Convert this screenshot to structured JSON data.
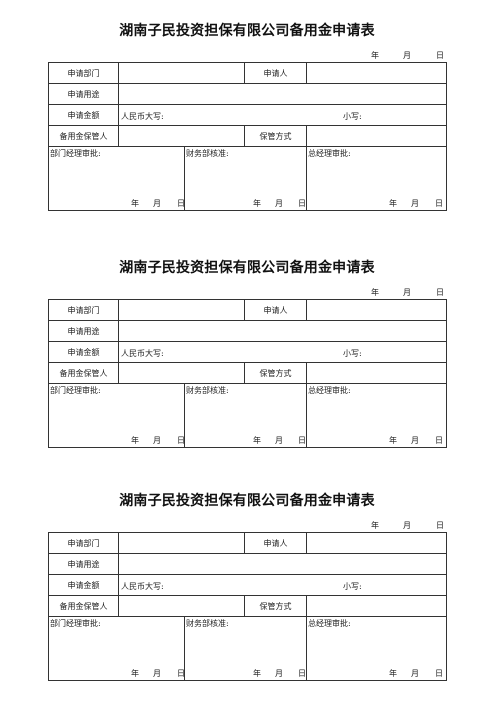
{
  "form": {
    "title": "湖南子民投资担保有限公司备用金申请表",
    "date_year": "年",
    "date_month": "月",
    "date_day": "日",
    "label_department": "申请部门",
    "label_applicant": "申请人",
    "label_purpose": "申请用途",
    "label_amount": "申请金额",
    "label_amount_upper": "人民币大写:",
    "label_amount_lower": "小写:",
    "label_custodian": "备用金保管人",
    "label_custody_method": "保管方式",
    "label_dept_manager": "部门经理审批:",
    "label_finance": "财务部核准:",
    "label_gm": "总经理审批:"
  }
}
